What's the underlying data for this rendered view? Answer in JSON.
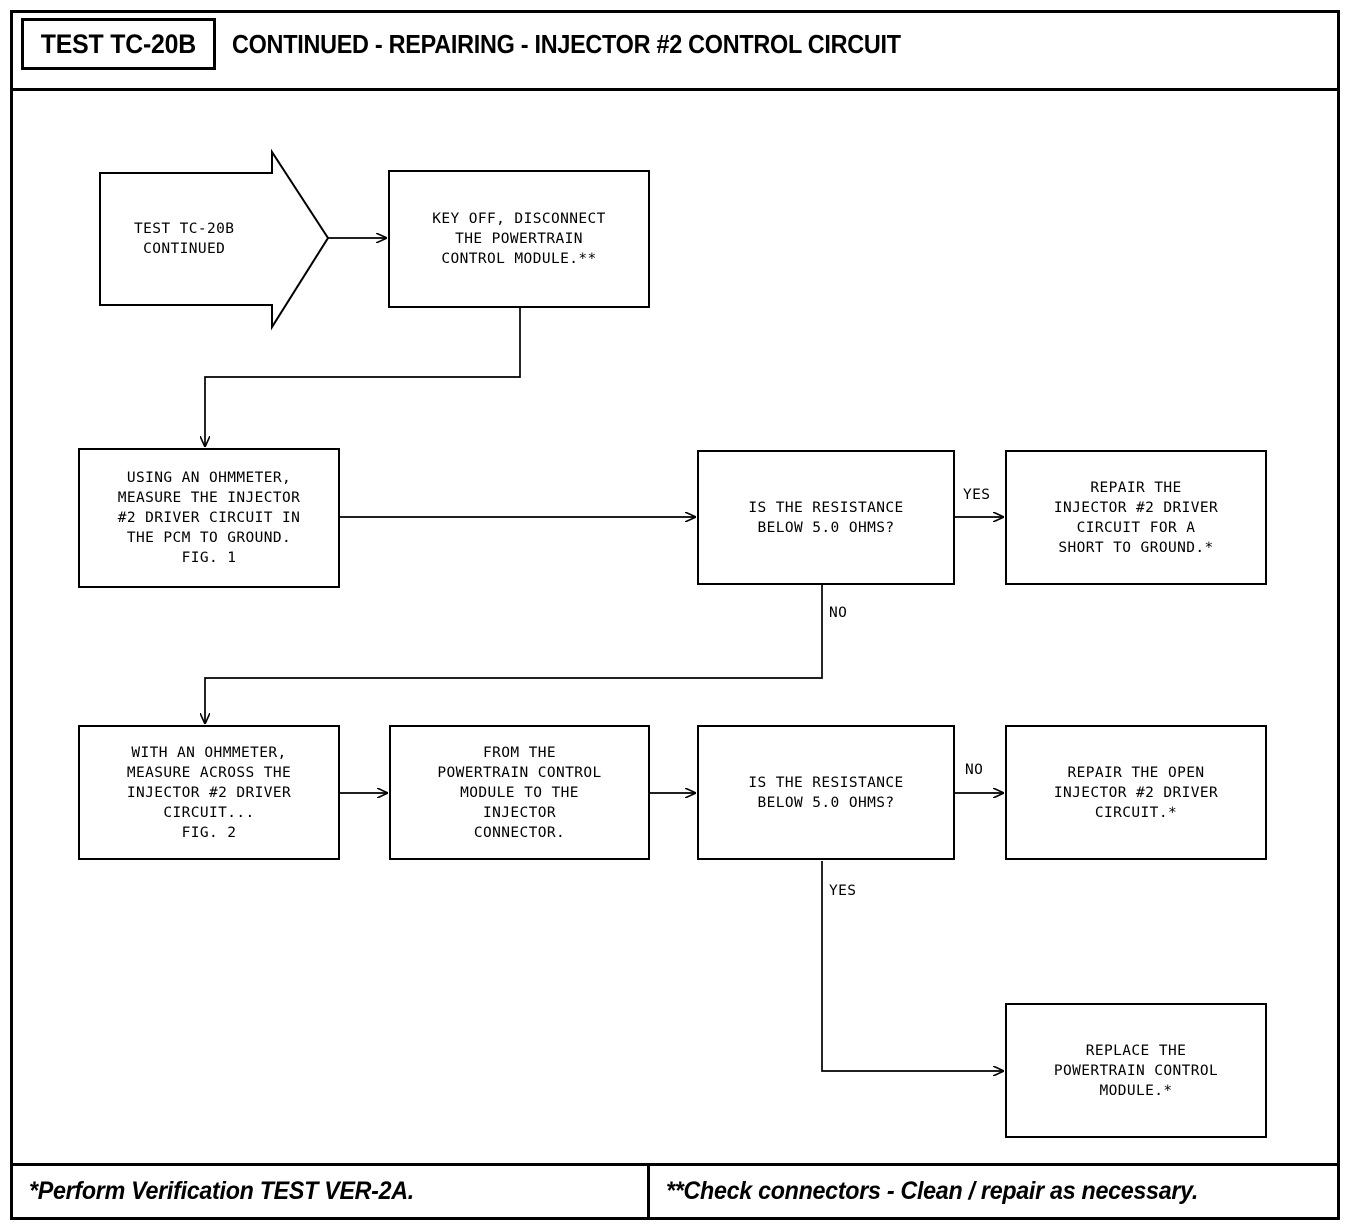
{
  "header": {
    "tag": "TEST TC-20B",
    "title": "CONTINUED - REPAIRING - INJECTOR #2 CONTROL CIRCUIT"
  },
  "footer": {
    "left_note": "*Perform Verification TEST VER-2A.",
    "right_note": "**Check connectors - Clean / repair as necessary."
  },
  "nodes": {
    "start": {
      "shape": "pentagon-arrow",
      "text": "TEST TC-20B\nCONTINUED"
    },
    "key_off": {
      "shape": "rect",
      "text": "KEY OFF, DISCONNECT\nTHE POWERTRAIN\nCONTROL MODULE.**"
    },
    "measure_ground": {
      "shape": "rect",
      "text": "USING AN OHMMETER,\nMEASURE THE INJECTOR\n#2 DRIVER CIRCUIT IN\nTHE PCM TO GROUND.\nFIG. 1"
    },
    "decision_1": {
      "shape": "rect",
      "text": "IS THE RESISTANCE\nBELOW 5.0 OHMS?"
    },
    "repair_short": {
      "shape": "rect",
      "text": "REPAIR THE\nINJECTOR #2 DRIVER\nCIRCUIT FOR A\nSHORT TO GROUND.*"
    },
    "measure_across": {
      "shape": "rect",
      "text": "WITH AN OHMMETER,\nMEASURE ACROSS THE\nINJECTOR #2 DRIVER\nCIRCUIT...\nFIG. 2"
    },
    "from_pcm": {
      "shape": "rect",
      "text": "FROM THE\nPOWERTRAIN CONTROL\nMODULE TO THE\nINJECTOR\nCONNECTOR."
    },
    "decision_2": {
      "shape": "rect",
      "text": "IS THE RESISTANCE\nBELOW 5.0 OHMS?"
    },
    "repair_open": {
      "shape": "rect",
      "text": "REPAIR THE OPEN\nINJECTOR #2 DRIVER\nCIRCUIT.*"
    },
    "replace_pcm": {
      "shape": "rect",
      "text": "REPLACE THE\nPOWERTRAIN CONTROL\nMODULE.*"
    }
  },
  "edge_labels": {
    "yes_1": "YES",
    "no_1": "NO",
    "no_2": "NO",
    "yes_2": "YES"
  },
  "colors": {
    "ink": "#000000",
    "paper": "#ffffff"
  }
}
